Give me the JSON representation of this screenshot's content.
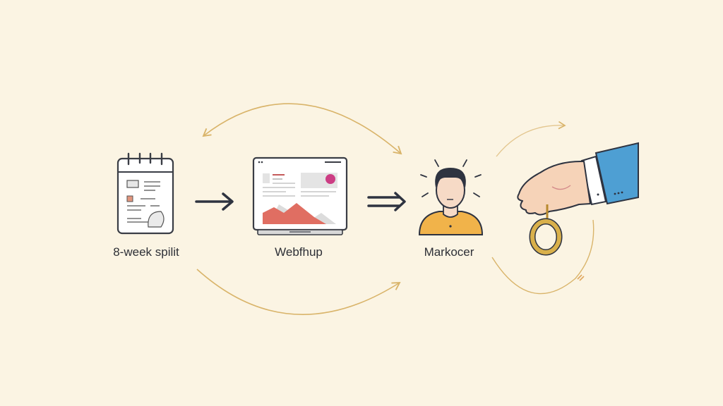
{
  "diagram": {
    "background": "#fbf4e3",
    "accent_arrow_color": "#d9b46a",
    "dark_arrow_color": "#2e3340",
    "nodes": [
      {
        "id": "plan",
        "label": "8-week spilit",
        "icon": "notepad-calendar-icon"
      },
      {
        "id": "web",
        "label": "Webfhup",
        "icon": "browser-window-chart-icon"
      },
      {
        "id": "person",
        "label": "Markocer",
        "icon": "person-avatar-icon"
      },
      {
        "id": "handoff",
        "label": "",
        "icon": "hand-holding-ring-icon"
      }
    ],
    "connectors": [
      {
        "from": "plan",
        "to": "web",
        "style": "single-arrow"
      },
      {
        "from": "web",
        "to": "person",
        "style": "double-arrow"
      },
      {
        "from": "person",
        "to": "plan",
        "style": "curved-bidirectional-top"
      },
      {
        "from": "plan",
        "to": "person",
        "style": "curved-bottom"
      },
      {
        "from": "person",
        "to": "handoff",
        "style": "curved-loop"
      }
    ]
  }
}
